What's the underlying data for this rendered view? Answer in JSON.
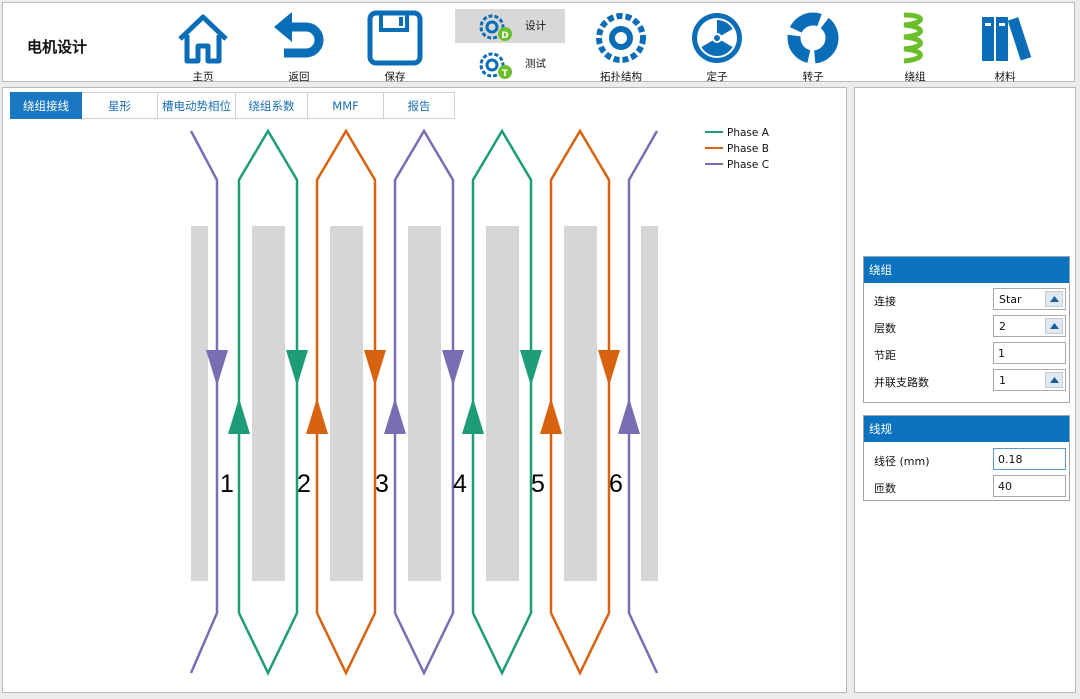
{
  "app_title": "电机设计",
  "toolbar": {
    "home": "主页",
    "back": "返回",
    "save": "保存",
    "design": "设计",
    "test": "测试",
    "topology": "拓扑结构",
    "stator": "定子",
    "rotor": "转子",
    "winding": "绕组",
    "material": "材料",
    "design_badge": "D",
    "test_badge": "T"
  },
  "tabs": [
    "绕组接线",
    "星形",
    "槽电动势相位",
    "绕组系数",
    "MMF",
    "报告"
  ],
  "active_tab": 0,
  "diagram": {
    "legend": [
      {
        "name": "Phase A",
        "color": "#1e9c77"
      },
      {
        "name": "Phase B",
        "color": "#d8620f"
      },
      {
        "name": "Phase C",
        "color": "#7a6db4"
      }
    ],
    "slot_labels": [
      "1",
      "2",
      "3",
      "4",
      "5",
      "6"
    ],
    "slot_color": "#d6d6d6"
  },
  "winding_panel": {
    "title": "绕组",
    "connection_label": "连接",
    "connection_value": "Star",
    "layers_label": "层数",
    "layers_value": "2",
    "pitch_label": "节距",
    "pitch_value": "1",
    "parallel_label": "并联支路数",
    "parallel_value": "1"
  },
  "wire_panel": {
    "title": "线规",
    "diameter_label": "线径 (mm)",
    "diameter_value": "0.18",
    "turns_label": "匝数",
    "turns_value": "40"
  },
  "colors": {
    "accent": "#0b72c0",
    "tab_active": "#1a78c2",
    "icon_blue": "#0a6db8",
    "icon_green": "#6cbf2b"
  }
}
